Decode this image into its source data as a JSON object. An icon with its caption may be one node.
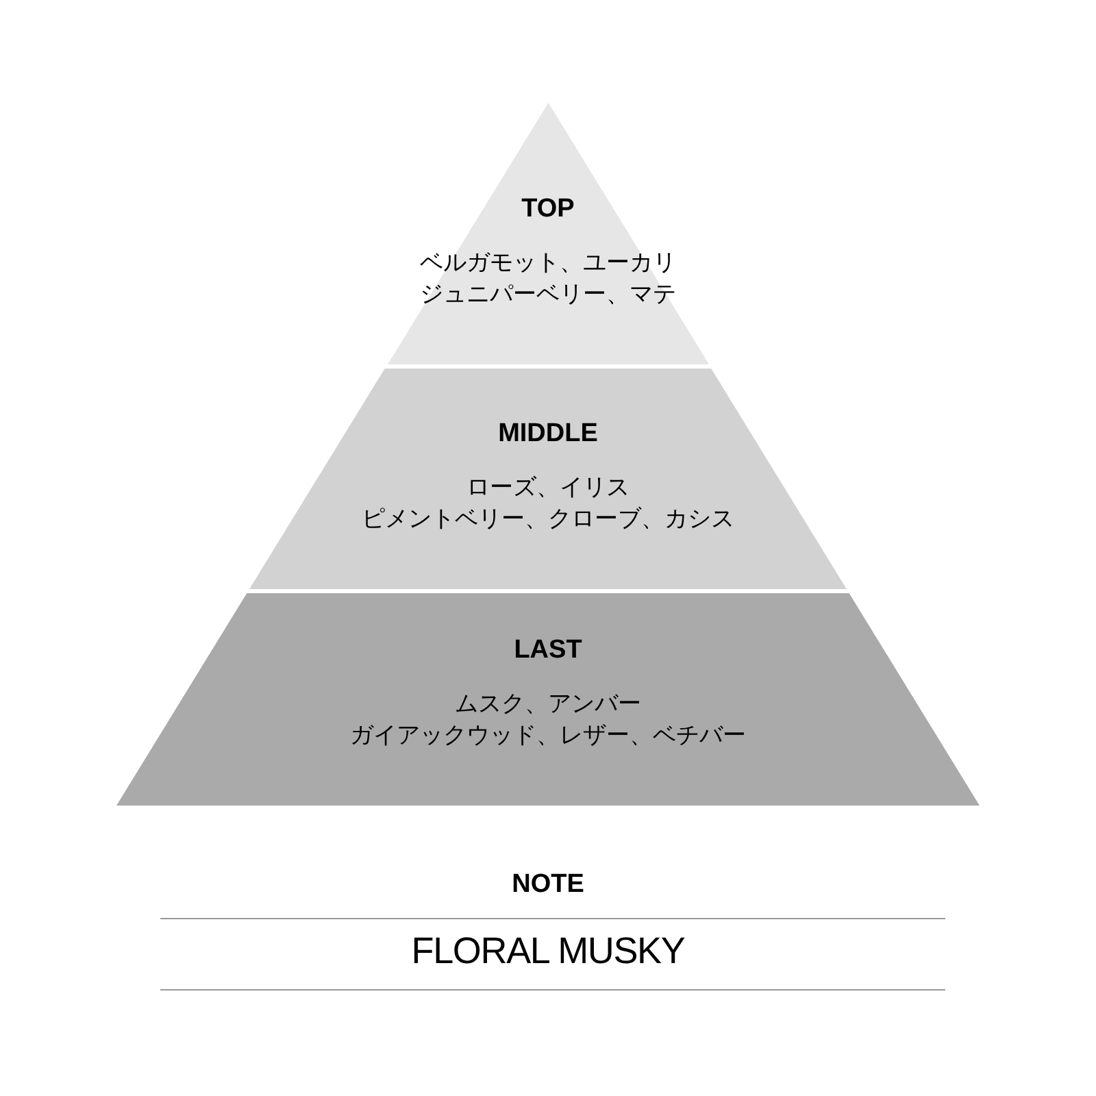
{
  "diagram": {
    "nodes": [
      {
        "text": [
          "TOP",
          "ベルガモット、ユーカリ",
          "ジュニパーベリー、マテ"
        ]
      },
      {
        "text": [
          "MIDDLE",
          "ローズ、イリス",
          "ピメントベリー、クローブ、カシス"
        ]
      },
      {
        "text": [
          "LAST",
          "ムスク、アンバー",
          "ガイアックウッド、レザー、ベチバー"
        ]
      }
    ],
    "labels": [
      "NOTE",
      "FLORAL MUSKY"
    ]
  }
}
